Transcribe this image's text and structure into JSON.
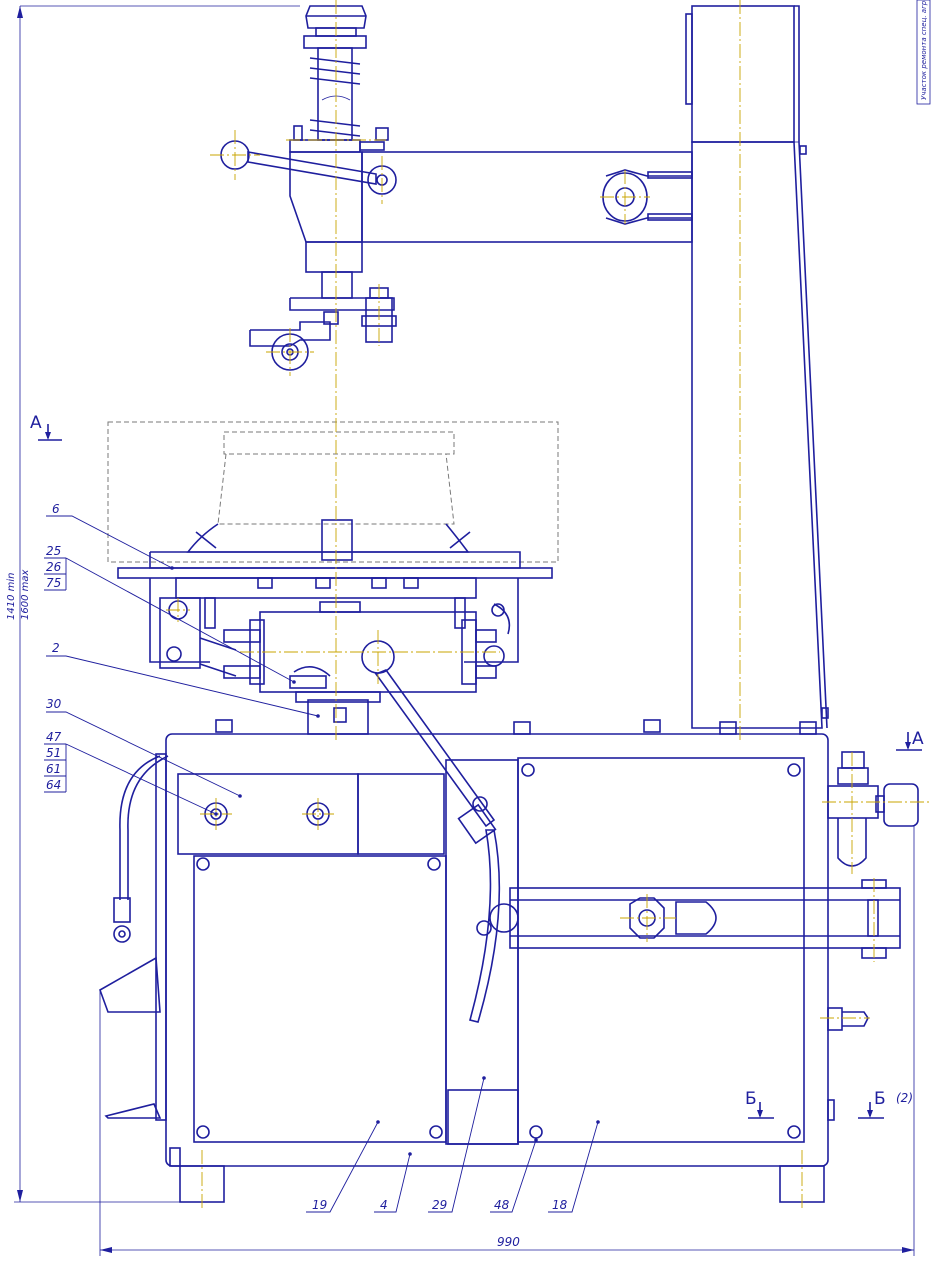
{
  "sheet": {
    "stamp_text": "Участок ремонта спец. агрегатов автомоб.",
    "overall_width": "990",
    "height_min": "1410 min",
    "height_max": "1600 max",
    "colors": {
      "line": "#1f1f9e",
      "axis": "#c9a400",
      "hidden": "#7a7a7a"
    }
  },
  "callouts": {
    "c6": "6",
    "group_25": [
      "25",
      "26",
      "75"
    ],
    "c2": "2",
    "c30": "30",
    "group_47": [
      "47",
      "51",
      "61",
      "64"
    ],
    "bottom": [
      "19",
      "4",
      "29",
      "48",
      "18"
    ]
  },
  "sections": {
    "a_left": "А",
    "a_right": "А",
    "b_left": "Б",
    "b_right": "Б",
    "b_sheet_ref": "(2)"
  }
}
